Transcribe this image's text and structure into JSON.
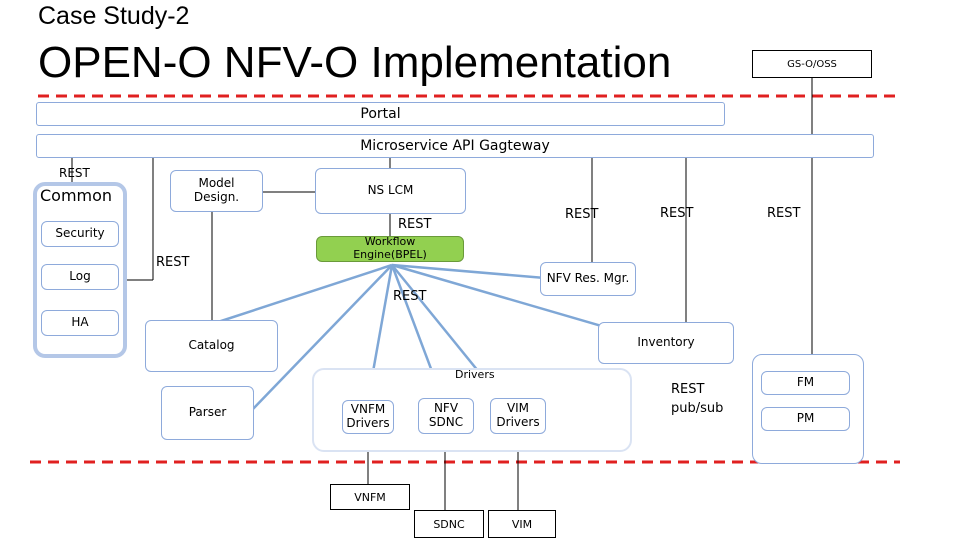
{
  "header": {
    "case_study": "Case Study-2",
    "title": "OPEN-O NFV-O Implementation",
    "gso_oss": "GS-O/OSS"
  },
  "bars": {
    "portal": "Portal",
    "api_gateway": "Microservice API Gagteway"
  },
  "common": {
    "title": "Common",
    "security": "Security",
    "log": "Log",
    "ha": "HA"
  },
  "modules": {
    "model_design": "Model Design.",
    "ns_lcm": "NS LCM",
    "workflow_engine": "Workflow Engine(BPEL)",
    "nfv_res_mgr": "NFV Res. Mgr.",
    "catalog": "Catalog",
    "inventory": "Inventory",
    "parser": "Parser",
    "fm": "FM",
    "pm": "PM"
  },
  "drivers": {
    "title": "Drivers",
    "vnfm_drivers": "VNFM Drivers",
    "nfv_sdnc": "NFV SDNC",
    "vim_drivers": "VIM Drivers"
  },
  "south": {
    "vnfm": "VNFM",
    "sdnc": "SDNC",
    "vim": "VIM"
  },
  "rest_labels": {
    "common": "REST",
    "ns_lcm": "REST",
    "model": "REST",
    "workflow": "REST",
    "mid": "REST",
    "right1": "REST",
    "right2": "REST",
    "pubsub_rest": "REST",
    "pubsub": "pub/sub"
  },
  "colors": {
    "accent_box": "#8eaadb",
    "workflow_fill": "#92d050",
    "separator": "#e02020",
    "wire_blue": "#7fa7d6"
  }
}
